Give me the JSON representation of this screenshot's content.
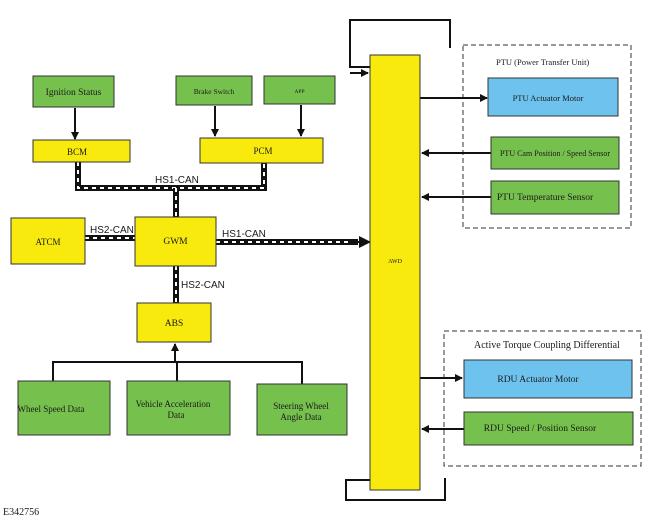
{
  "colors": {
    "yellow": "#f7ea0c",
    "green": "#76c04d",
    "blue": "#6ec3ee",
    "border": "#333333",
    "bus": "#111111"
  },
  "inputs": {
    "ignition_status": "Ignition Status",
    "brake_switch": "Brake Switch",
    "app": "APP",
    "wheel_speed_data": "Wheel Speed Data",
    "vehicle_acceleration_data": [
      "Vehicle Acceleration",
      "Data"
    ],
    "steering_wheel_angle_data": [
      "Steering Wheel",
      "Angle Data"
    ]
  },
  "modules": {
    "bcm": "BCM",
    "pcm": "PCM",
    "atcm": "ATCM",
    "gwm": "GWM",
    "abs": "ABS",
    "awd": "AWD"
  },
  "buses": {
    "hs1_top": "HS1-CAN",
    "hs2_left": "HS2-CAN",
    "hs1_right": "HS1-CAN",
    "hs2_down": "HS2-CAN"
  },
  "ptu": {
    "group_title": "PTU (Power Transfer Unit)",
    "actuator_motor": "PTU Actuator Motor",
    "cam_position_speed_sensor": "PTU Cam Position / Speed Sensor",
    "temperature_sensor": "PTU Temperature Sensor"
  },
  "rdu": {
    "group_title": "Active Torque Coupling Differential",
    "actuator_motor": "RDU Actuator Motor",
    "speed_position_sensor": "RDU Speed / Position Sensor"
  },
  "reference": "E342756"
}
